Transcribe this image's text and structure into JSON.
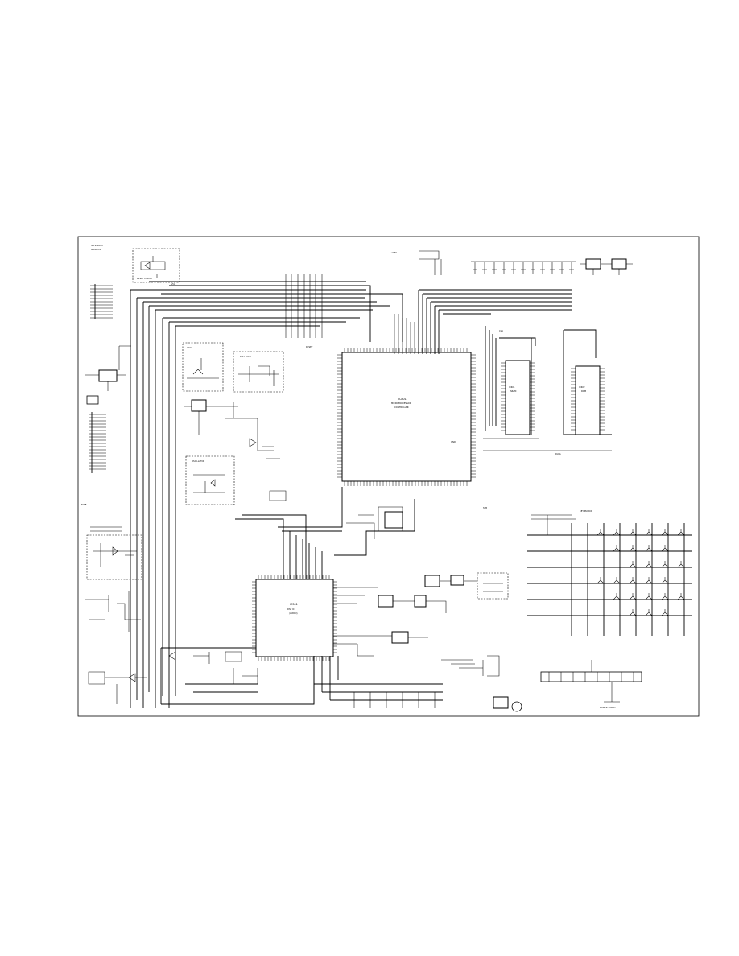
{
  "page": {
    "background": "#ffffff",
    "ink": "#000000"
  },
  "schematic": {
    "title_block": [
      "SCHEMATIC",
      "MAIN PCB"
    ],
    "chips": {
      "main_mcu": {
        "ref": "IC801",
        "part": "MICROPROCESSOR",
        "sub": "CONTROLLER"
      },
      "dsp": {
        "ref": "IC301",
        "part": "DSP IC",
        "sub": "(AUDIO)"
      },
      "memory_a": {
        "ref": "IC601",
        "part": "SRAM"
      },
      "memory_b": {
        "ref": "IC602",
        "part": "ROM"
      }
    },
    "blocks": {
      "reset_block": "RESET CIRCUIT",
      "vco_block": "VCO",
      "pll_block": "PLL FILTER",
      "osc_block": "OSCILLATOR",
      "matrix_label": "KEY MATRIX",
      "power_label": "POWER SUPPLY"
    },
    "nets": [
      "+5V",
      "GND",
      "DATA",
      "CLK",
      "STB",
      "RESET",
      "MUTE",
      "+3.3V"
    ]
  }
}
